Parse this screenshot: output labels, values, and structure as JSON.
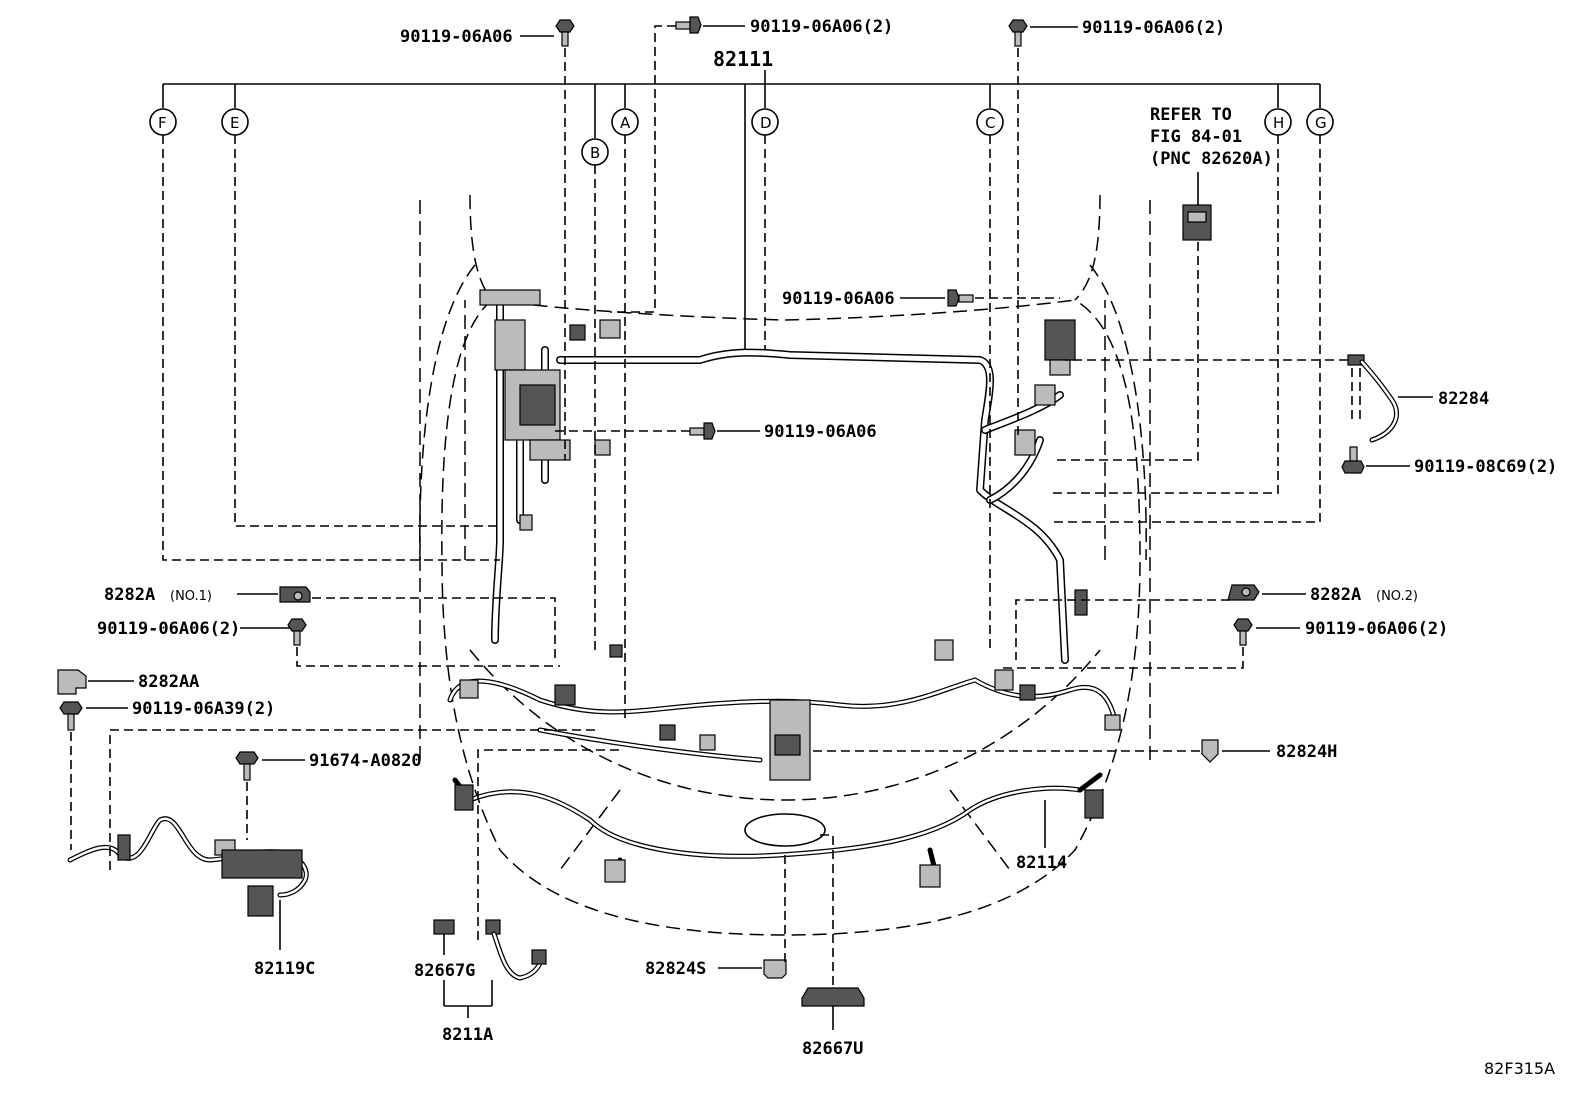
{
  "diagram": {
    "main_harness": "82111",
    "figure_code": "82F315A",
    "refer_note": [
      "REFER TO",
      "FIG 84-01",
      "(PNC 82620A)"
    ],
    "callout_letters": [
      "F",
      "E",
      "B",
      "A",
      "D",
      "C",
      "H",
      "G"
    ],
    "parts": {
      "bolt_top_1": "90119-06A06",
      "bolt_top_2": "90119-06A06(2)",
      "bolt_top_3": "90119-06A06(2)",
      "bolt_mid_right": "90119-06A06",
      "bolt_mid_center": "90119-06A06",
      "p82284": "82284",
      "bolt_82284": "90119-08C69(2)",
      "p8282A_no1": "8282A",
      "p8282A_no1_suffix": "(NO.1)",
      "bolt_left_1": "90119-06A06(2)",
      "p8282A_no2": "8282A",
      "p8282A_no2_suffix": "(NO.2)",
      "bolt_right_1": "90119-06A06(2)",
      "p8282AA": "8282AA",
      "bolt_8282AA": "90119-06A39(2)",
      "bolt_91674": "91674-A0820",
      "p82824H": "82824H",
      "p82114": "82114",
      "p82119C": "82119C",
      "p82667G": "82667G",
      "p8211A": "8211A",
      "p82824S": "82824S",
      "p82667U": "82667U"
    }
  }
}
